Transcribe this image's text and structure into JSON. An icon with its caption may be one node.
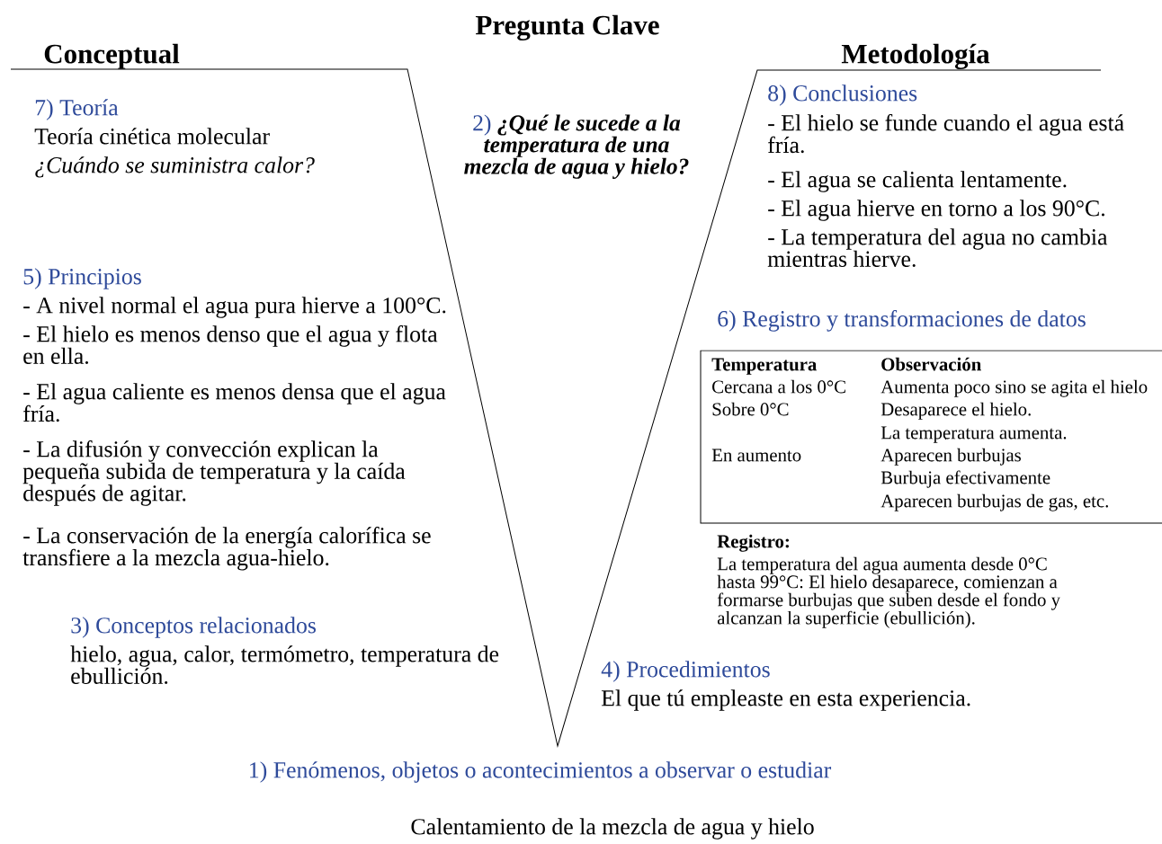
{
  "diagram": {
    "labels": [
      "Pregunta Clave",
      "Conceptual",
      "Metodología",
      "7) Teoría",
      "Teoría cinética molecular",
      "¿Cuándo se suministra calor?",
      "2)",
      "¿Qué le sucede a la temperatura de una mezcla de agua y hielo?",
      "8) Conclusiones",
      "- El hielo se funde cuando el agua está fría.",
      "- El agua se calienta lentamente.",
      "- El agua hierve en torno a los 90°C.",
      "- La temperatura del agua no cambia mientras hierve.",
      "5) Principios",
      "- A nivel normal el agua pura hierve a 100°C.",
      "- El hielo es menos denso que el agua y flota en ella.",
      "- El agua caliente es menos densa que el agua fría.",
      "- La difusión y convección explican la pequeña subida de temperatura y la caída después de agitar.",
      "- La conservación de la energía calorífica se transfiere a la mezcla agua-hielo.",
      "6) Registro y transformaciones de datos",
      "Temperatura",
      "Observación",
      "Cercana a los 0°C",
      "Aumenta poco sino se agita el hielo",
      "Sobre 0°C",
      "Desaparece el hielo.",
      "La temperatura aumenta.",
      "En aumento",
      "Aparecen burbujas",
      "Burbuja efectivamente",
      "Aparecen burbujas de gas, etc.",
      "Registro:",
      "La temperatura del agua aumenta desde 0°C hasta 99°C: El hielo desaparece, comienzan a formarse burbujas que suben desde el fondo y alcanzan la superficie (ebullición).",
      "3) Conceptos relacionados",
      "hielo, agua, calor, termómetro, temperatura de ebullición.",
      "4) Procedimientos",
      "El que tú empleaste en esta experiencia.",
      "1) Fenómenos, objetos o acontecimientos a observar o estudiar",
      "Calentamiento de la mezcla de agua y hielo"
    ]
  }
}
